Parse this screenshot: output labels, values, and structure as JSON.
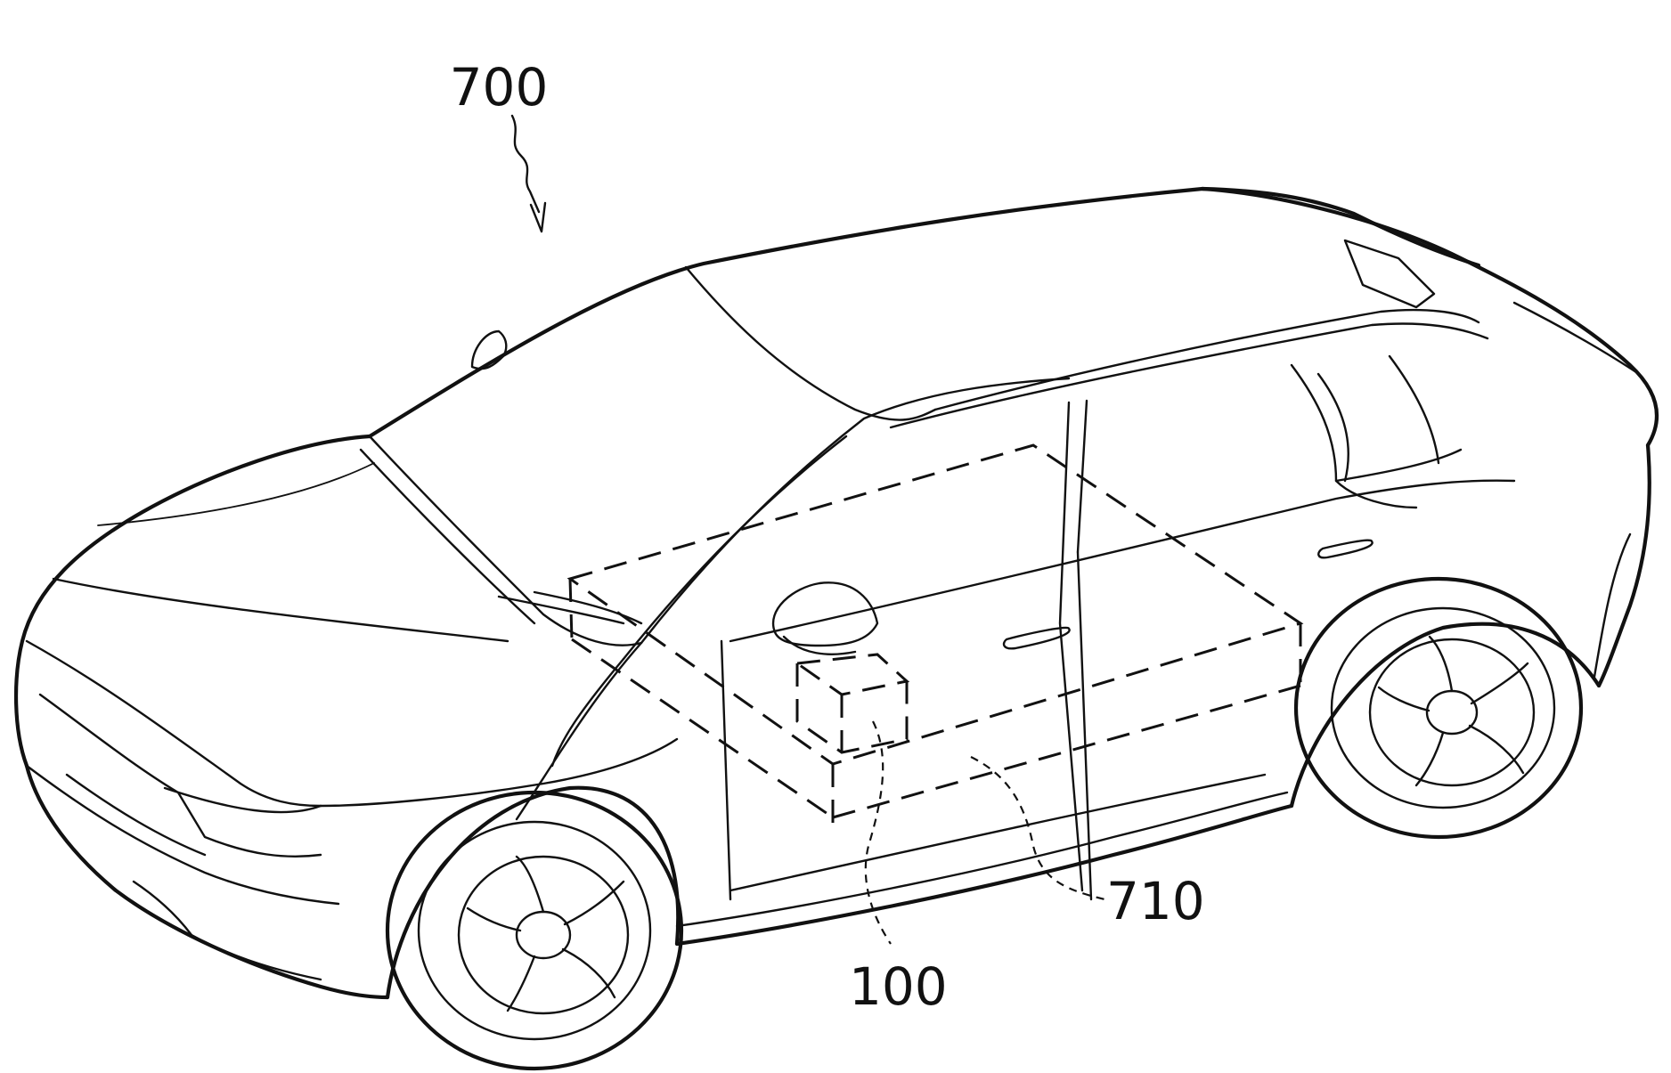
{
  "figure": {
    "subject": "vehicle",
    "labels": {
      "vehicle": "700",
      "battery_pack": "710",
      "module": "100"
    }
  }
}
